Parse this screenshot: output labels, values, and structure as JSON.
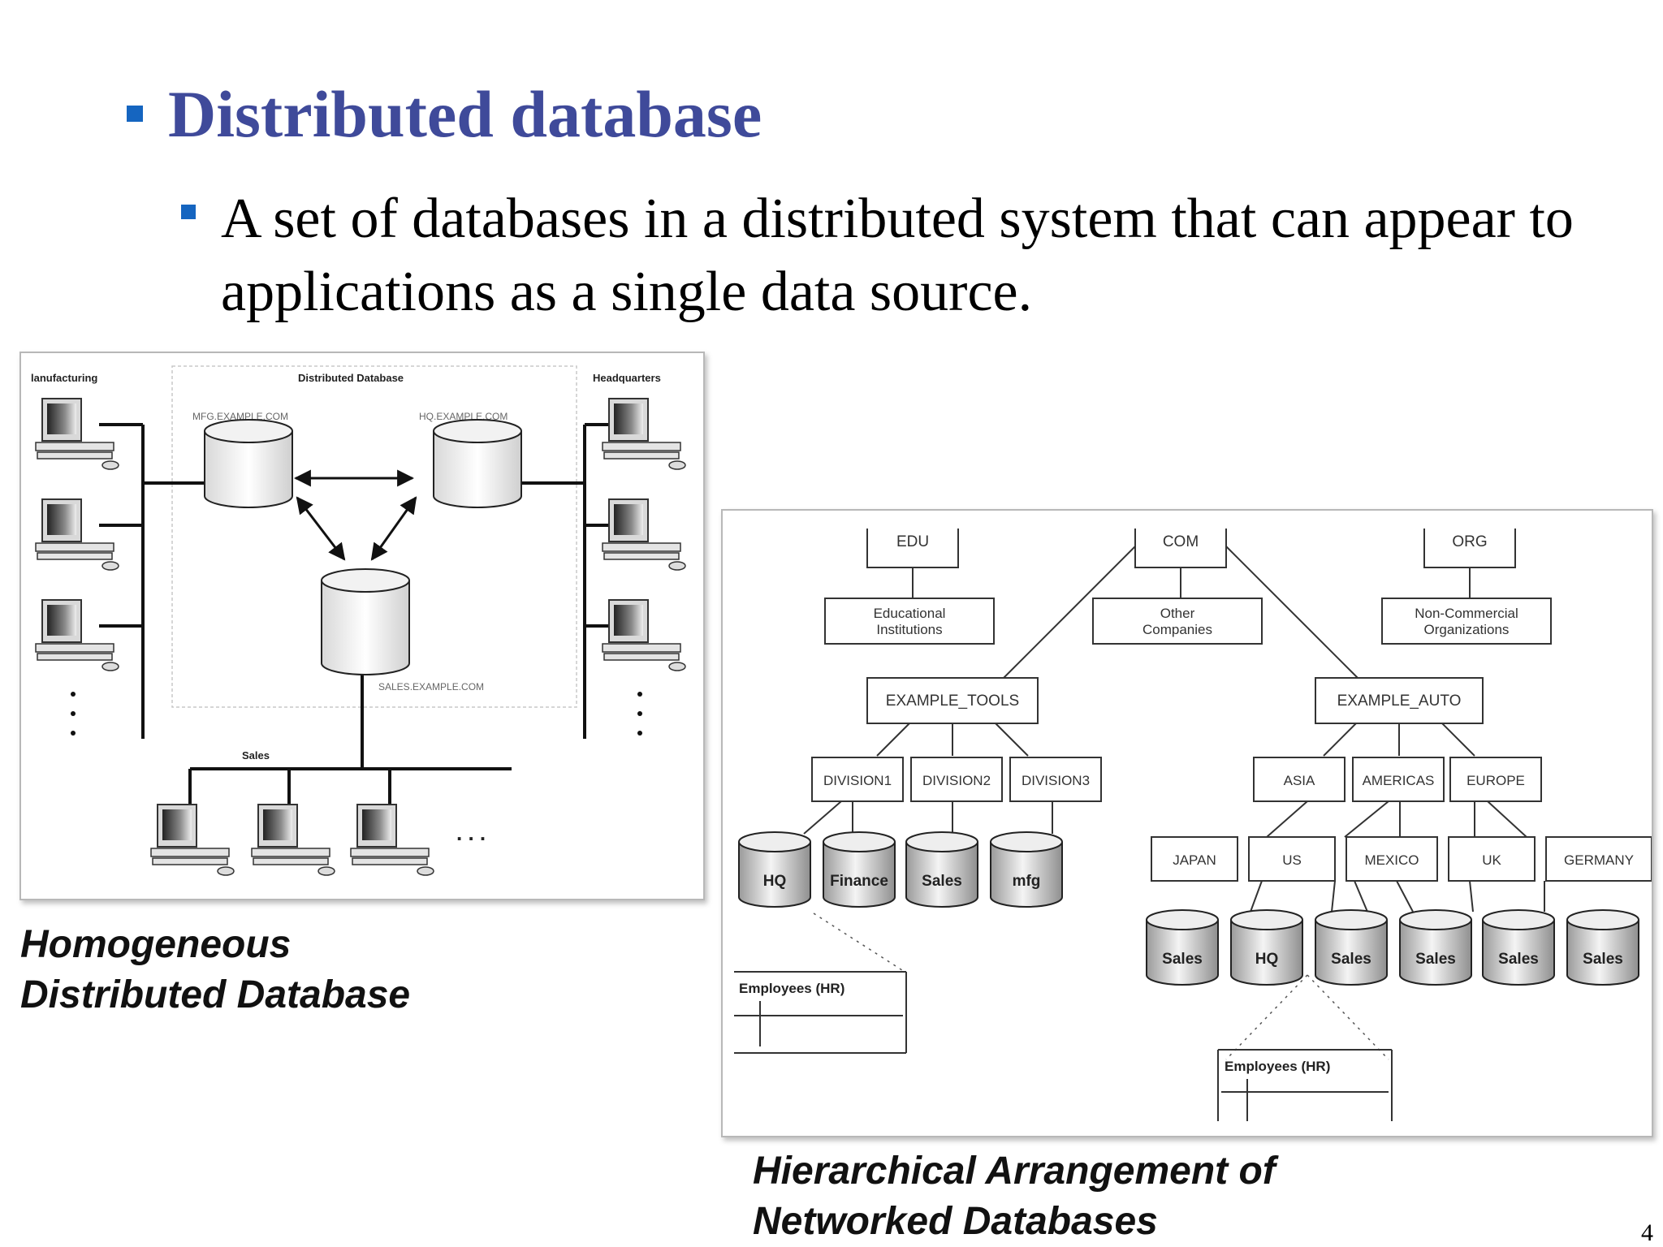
{
  "slide": {
    "heading": "Distributed database",
    "subtext": "A set of databases in a distributed system that can appear to applications as a single data source.",
    "page_number": "4",
    "accent_color": "#3f4a9a",
    "bullet_color": "#1565c0"
  },
  "left_diagram": {
    "caption_line1": "Homogeneous",
    "caption_line2": "Distributed Database",
    "label_manufacturing": "lanufacturing",
    "label_distributed_db": "Distributed Database",
    "label_headquarters": "Headquarters",
    "label_mfg_db": "MFG.EXAMPLE.COM",
    "label_hq_db": "HQ.EXAMPLE.COM",
    "label_sales_db": "SALES.EXAMPLE.COM",
    "label_sales": "Sales",
    "label_ellipsis": ". . ."
  },
  "right_diagram": {
    "caption_line1": "Hierarchical Arrangement of",
    "caption_line2": "Networked Databases",
    "edu": "EDU",
    "com": "COM",
    "org": "ORG",
    "edu_desc1": "Educational",
    "edu_desc2": "Institutions",
    "com_desc1": "Other",
    "com_desc2": "Companies",
    "org_desc1": "Non-Commercial",
    "org_desc2": "Organizations",
    "example_tools": "EXAMPLE_TOOLS",
    "example_auto": "EXAMPLE_AUTO",
    "division1": "DIVISION1",
    "division2": "DIVISION2",
    "division3": "DIVISION3",
    "asia": "ASIA",
    "americas": "AMERICAS",
    "europe": "EUROPE",
    "japan": "JAPAN",
    "us": "US",
    "mexico": "MEXICO",
    "uk": "UK",
    "germany": "GERMANY",
    "db_hq": "HQ",
    "db_finance": "Finance",
    "db_sales": "Sales",
    "db_mfg": "mfg",
    "employees_hr": "Employees (HR)"
  }
}
